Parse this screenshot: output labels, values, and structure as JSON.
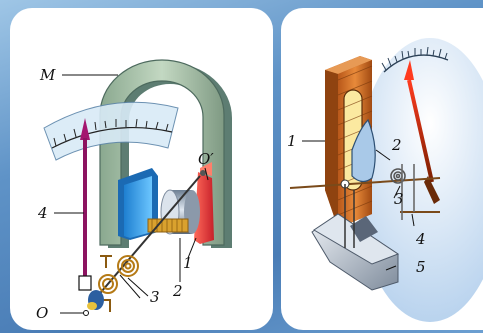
{
  "left_diagram": {
    "labels": {
      "magnet": "M",
      "pivot_bottom": "O",
      "pivot_top": "O′",
      "pointer": "4",
      "coil": "1",
      "core": "2",
      "spring": "3"
    }
  },
  "right_diagram": {
    "labels": {
      "coil": "1",
      "vane": "2",
      "spring": "3",
      "axle": "4",
      "damper": "5"
    }
  }
}
